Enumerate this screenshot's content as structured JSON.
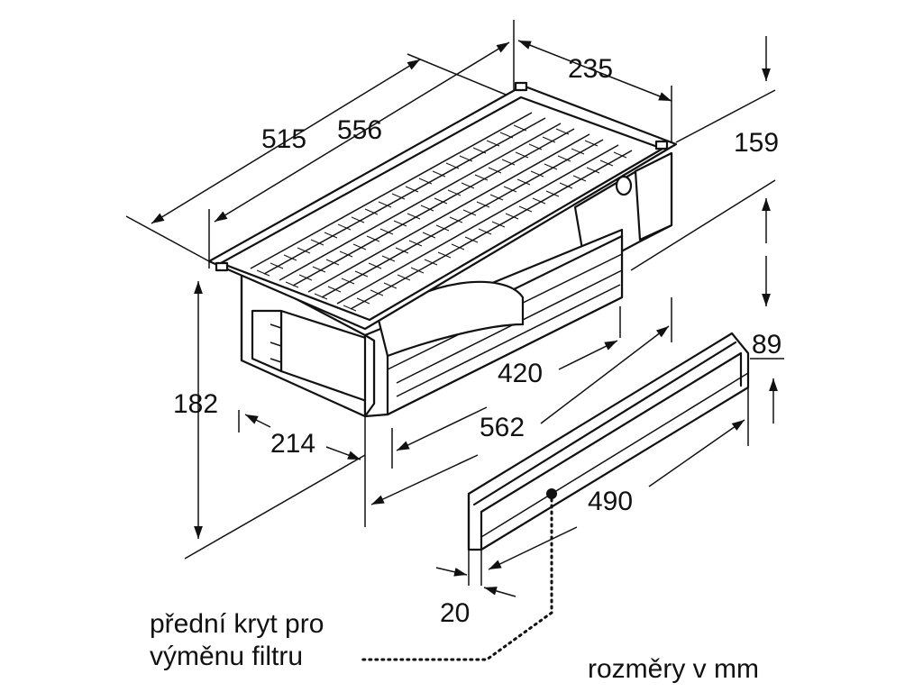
{
  "dimensions": {
    "d515": "515",
    "d556": "556",
    "d235": "235",
    "d159": "159",
    "d182": "182",
    "d214": "214",
    "d420": "420",
    "d562": "562",
    "d89": "89",
    "d490": "490",
    "d20": "20"
  },
  "callout": {
    "line1": "přední kryt pro",
    "line2": "výměnu filtru"
  },
  "units_note": "rozměry v mm"
}
